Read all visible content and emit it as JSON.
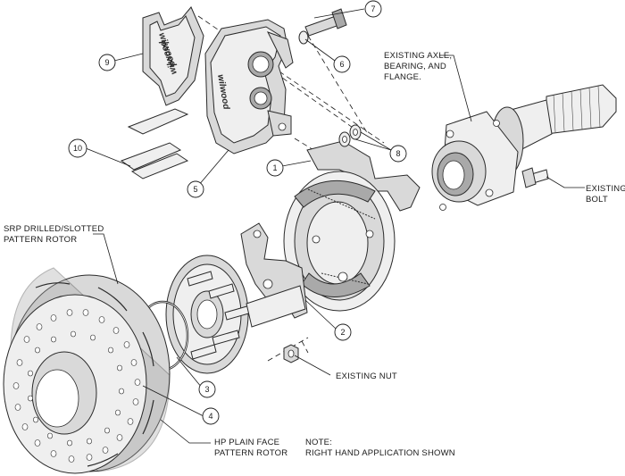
{
  "labels": {
    "existing_axle": [
      "EXISTING AXLE,",
      "BEARING, AND",
      "FLANGE."
    ],
    "existing_bolt": [
      "EXISTING",
      "BOLT"
    ],
    "srp_rotor": [
      "SRP DRILLED/SLOTTED",
      "PATTERN ROTOR"
    ],
    "existing_nut": "EXISTING NUT",
    "hp_rotor": [
      "HP PLAIN FACE",
      "PATTERN ROTOR"
    ],
    "note": [
      "NOTE:",
      "RIGHT HAND APPLICATION SHOWN"
    ]
  },
  "callouts": [
    "1",
    "2",
    "3",
    "4",
    "5",
    "6",
    "7",
    "8",
    "9",
    "10"
  ],
  "brand_marks": [
    "wilwood",
    "wilwood",
    "wilwood"
  ]
}
